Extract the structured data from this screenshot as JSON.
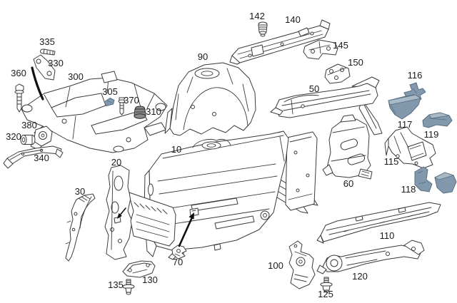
{
  "diagram": {
    "colors": {
      "line": "#3a3a3a",
      "label": "#1a1a1a",
      "hl-fill": "#8299ad",
      "hl-light": "#a9bac7",
      "hl-dark": "#5a6e82",
      "arrow": "#111111",
      "bg": "#ffffff"
    },
    "highlighted_parts": [
      "305",
      "116",
      "117",
      "118",
      "119"
    ],
    "labels": [
      {
        "id": "335",
        "text": "335"
      },
      {
        "id": "330",
        "text": "330"
      },
      {
        "id": "360",
        "text": "360"
      },
      {
        "id": "300",
        "text": "300"
      },
      {
        "id": "305",
        "text": "305"
      },
      {
        "id": "370",
        "text": "370"
      },
      {
        "id": "310",
        "text": "310"
      },
      {
        "id": "380",
        "text": "380"
      },
      {
        "id": "320",
        "text": "320"
      },
      {
        "id": "340",
        "text": "340"
      },
      {
        "id": "90",
        "text": "90"
      },
      {
        "id": "142",
        "text": "142"
      },
      {
        "id": "140",
        "text": "140"
      },
      {
        "id": "145",
        "text": "145"
      },
      {
        "id": "150",
        "text": "150"
      },
      {
        "id": "116",
        "text": "116"
      },
      {
        "id": "50",
        "text": "50"
      },
      {
        "id": "117",
        "text": "117"
      },
      {
        "id": "119",
        "text": "119"
      },
      {
        "id": "115",
        "text": "115"
      },
      {
        "id": "118",
        "text": "118"
      },
      {
        "id": "10",
        "text": "10"
      },
      {
        "id": "20",
        "text": "20"
      },
      {
        "id": "30",
        "text": "30"
      },
      {
        "id": "60",
        "text": "60"
      },
      {
        "id": "110",
        "text": "110"
      },
      {
        "id": "70",
        "text": "70"
      },
      {
        "id": "130",
        "text": "130"
      },
      {
        "id": "135",
        "text": "135"
      },
      {
        "id": "100",
        "text": "100"
      },
      {
        "id": "125",
        "text": "125"
      },
      {
        "id": "120",
        "text": "120"
      }
    ]
  }
}
